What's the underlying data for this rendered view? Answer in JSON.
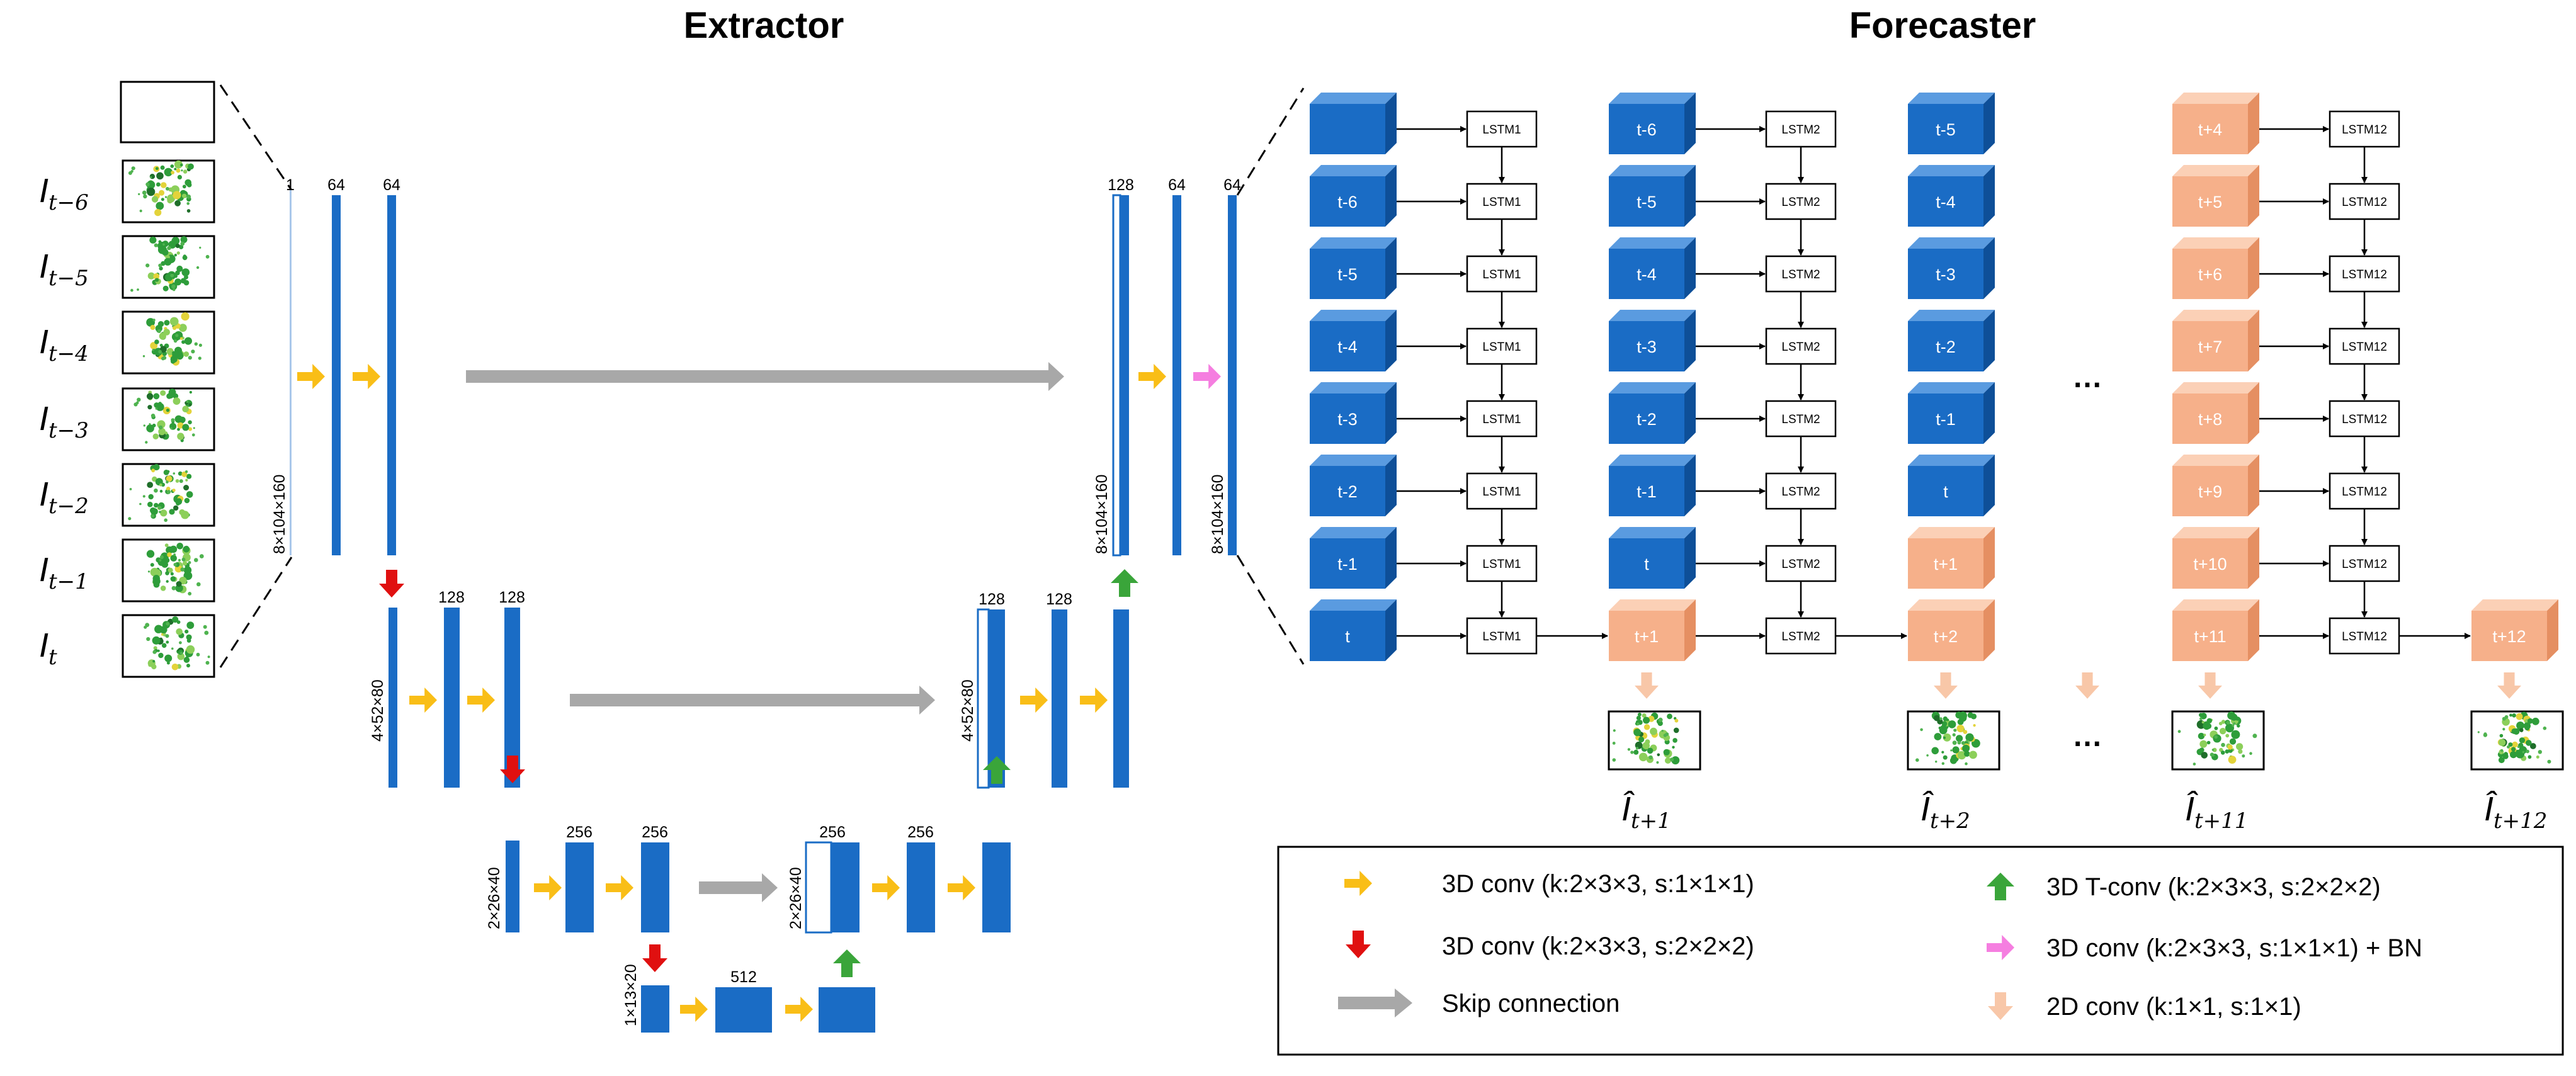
{
  "titles": {
    "extractor": "Extractor",
    "forecaster": "Forecaster"
  },
  "inputs": [
    {
      "base": "I",
      "sub": "t−6"
    },
    {
      "base": "I",
      "sub": "t−5"
    },
    {
      "base": "I",
      "sub": "t−4"
    },
    {
      "base": "I",
      "sub": "t−3"
    },
    {
      "base": "I",
      "sub": "t−2"
    },
    {
      "base": "I",
      "sub": "t−1"
    },
    {
      "base": "I",
      "sub": "t"
    }
  ],
  "extractor": {
    "channels": {
      "l1_in": "1",
      "l1_a": "64",
      "l1_b": "64",
      "l2_a": "128",
      "l2_b": "128",
      "l3_a": "256",
      "l3_b": "256",
      "l4": "512",
      "d3_cat": "256",
      "d3_b": "256",
      "d2_cat": "128",
      "d2_b": "128",
      "d1_cat": "128",
      "d1_a": "64",
      "d1_b": "64"
    },
    "dims": {
      "l1": "8×104×160",
      "l2": "4×52×80",
      "l3": "2×26×40",
      "l4": "1×13×20",
      "d3": "2×26×40",
      "d2": "4×52×80",
      "d1": "8×104×160",
      "out": "8×104×160"
    }
  },
  "forecaster": {
    "columns": [
      {
        "lstm": "LSTM1",
        "cubes": [
          "",
          "t-6",
          "t-5",
          "t-4",
          "t-3",
          "t-2",
          "t-1",
          "t"
        ],
        "output": ""
      },
      {
        "lstm": "LSTM2",
        "cubes": [
          "t-6",
          "t-5",
          "t-4",
          "t-3",
          "t-2",
          "t-1",
          "t",
          "t+1"
        ],
        "output": "t+2"
      },
      {
        "lstm": "LSTM12",
        "cubes": [
          "t+4",
          "t+5",
          "t+6",
          "t+7",
          "t+8",
          "t+9",
          "t+10",
          "t+11"
        ],
        "output": "t+12"
      }
    ],
    "col2_head": [
      "t-5",
      "t-4",
      "t-3",
      "t-2",
      "t-1",
      "t",
      "t+1",
      "t+2"
    ],
    "ellipsis": "…",
    "predictions": [
      {
        "base": "Î",
        "sub": "t+1"
      },
      {
        "base": "Î",
        "sub": "t+2"
      },
      {
        "base": "Î",
        "sub": "t+11"
      },
      {
        "base": "Î",
        "sub": "t+12"
      }
    ]
  },
  "legend": [
    {
      "icon": "yellow-arrow-right",
      "label": "3D conv (k:2×3×3, s:1×1×1)"
    },
    {
      "icon": "red-arrow-down",
      "label": "3D conv (k:2×3×3, s:2×2×2)"
    },
    {
      "icon": "gray-arrow-right",
      "label": "Skip connection"
    },
    {
      "icon": "green-arrow-up",
      "label": "3D T-conv  (k:2×3×3, s:2×2×2)"
    },
    {
      "icon": "pink-arrow-right",
      "label": "3D conv  (k:2×3×3, s:1×1×1) + BN"
    },
    {
      "icon": "peach-arrow-down",
      "label": "2D conv  (k:1×1, s:1×1)"
    }
  ],
  "colors": {
    "blue": "#1a6cc5",
    "blue_top": "#5a9be0",
    "blue_side": "#0e4f98",
    "peach": "#f6b08a",
    "peach_top": "#fbd0b6",
    "peach_side": "#e58f62",
    "yellow": "#f9be17",
    "red": "#e01010",
    "green": "#3aa53a",
    "pink": "#f57ee0",
    "gray": "#a8a8a8",
    "light_peach": "#f8c7a8"
  }
}
